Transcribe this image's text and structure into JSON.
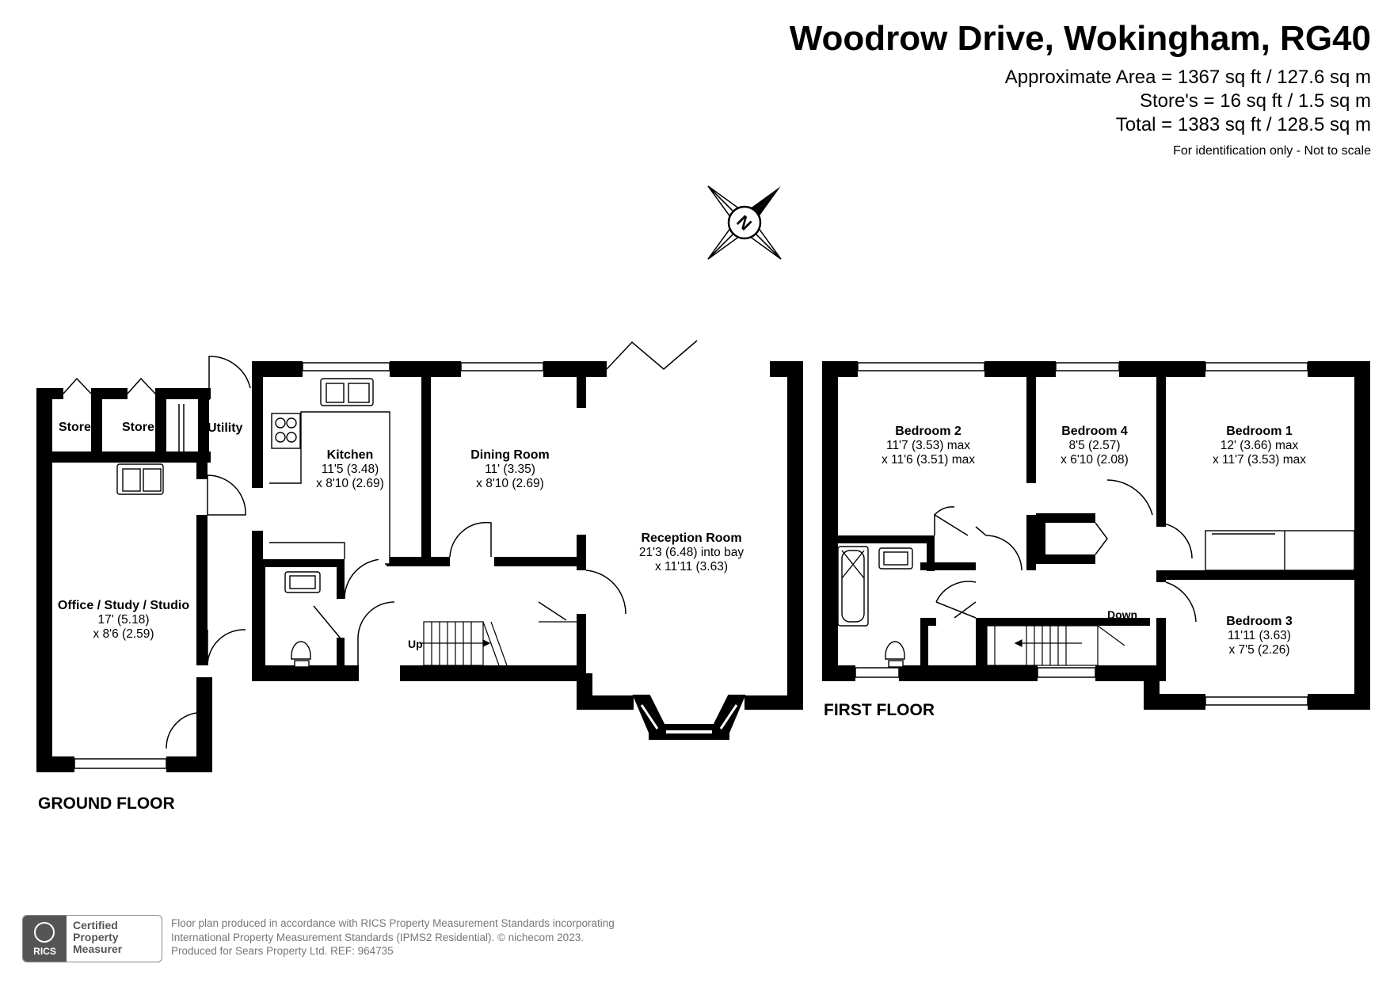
{
  "header": {
    "title": "Woodrow Drive, Wokingham, RG40",
    "area_lines": [
      "Approximate Area = 1367 sq ft / 127.6 sq m",
      "Store's = 16 sq ft / 1.5 sq m",
      "Total = 1383 sq ft / 128.5 sq m"
    ],
    "note": "For identification only - Not to scale"
  },
  "compass": {
    "letter": "N"
  },
  "ground_floor": {
    "label": "GROUND FLOOR",
    "stairs_label": "Up",
    "stores": [
      "Store",
      "Store"
    ],
    "rooms": [
      {
        "name": "Utility",
        "dims": []
      },
      {
        "name": "Kitchen",
        "dims": [
          "11'5 (3.48)",
          "x 8'10 (2.69)"
        ]
      },
      {
        "name": "Dining Room",
        "dims": [
          "11' (3.35)",
          "x 8'10 (2.69)"
        ]
      },
      {
        "name": "Reception Room",
        "dims": [
          "21'3 (6.48) into bay",
          "x 11'11 (3.63)"
        ]
      },
      {
        "name": "Office / Study / Studio",
        "dims": [
          "17' (5.18)",
          "x 8'6 (2.59)"
        ]
      }
    ]
  },
  "first_floor": {
    "label": "FIRST FLOOR",
    "stairs_label": "Down",
    "rooms": [
      {
        "name": "Bedroom 2",
        "dims": [
          "11'7 (3.53) max",
          "x 11'6 (3.51) max"
        ]
      },
      {
        "name": "Bedroom 4",
        "dims": [
          "8'5 (2.57)",
          "x 6'10 (2.08)"
        ]
      },
      {
        "name": "Bedroom 1",
        "dims": [
          "12' (3.66) max",
          "x 11'7 (3.53) max"
        ]
      },
      {
        "name": "Bedroom 3",
        "dims": [
          "11'11 (3.63)",
          "x 7'5 (2.26)"
        ]
      }
    ]
  },
  "badge": {
    "logo_text": "RICS",
    "lines": [
      "Certified",
      "Property",
      "Measurer"
    ]
  },
  "footer": {
    "lines": [
      "Floor plan produced in accordance with RICS Property Measurement Standards incorporating",
      "International Property Measurement Standards (IPMS2 Residential).   © nichecom 2023.",
      "Produced for Sears Property Ltd.   REF: 964735"
    ]
  },
  "colors": {
    "wall": "#000000",
    "text": "#000000",
    "muted": "#777777",
    "badge": "#555555"
  }
}
